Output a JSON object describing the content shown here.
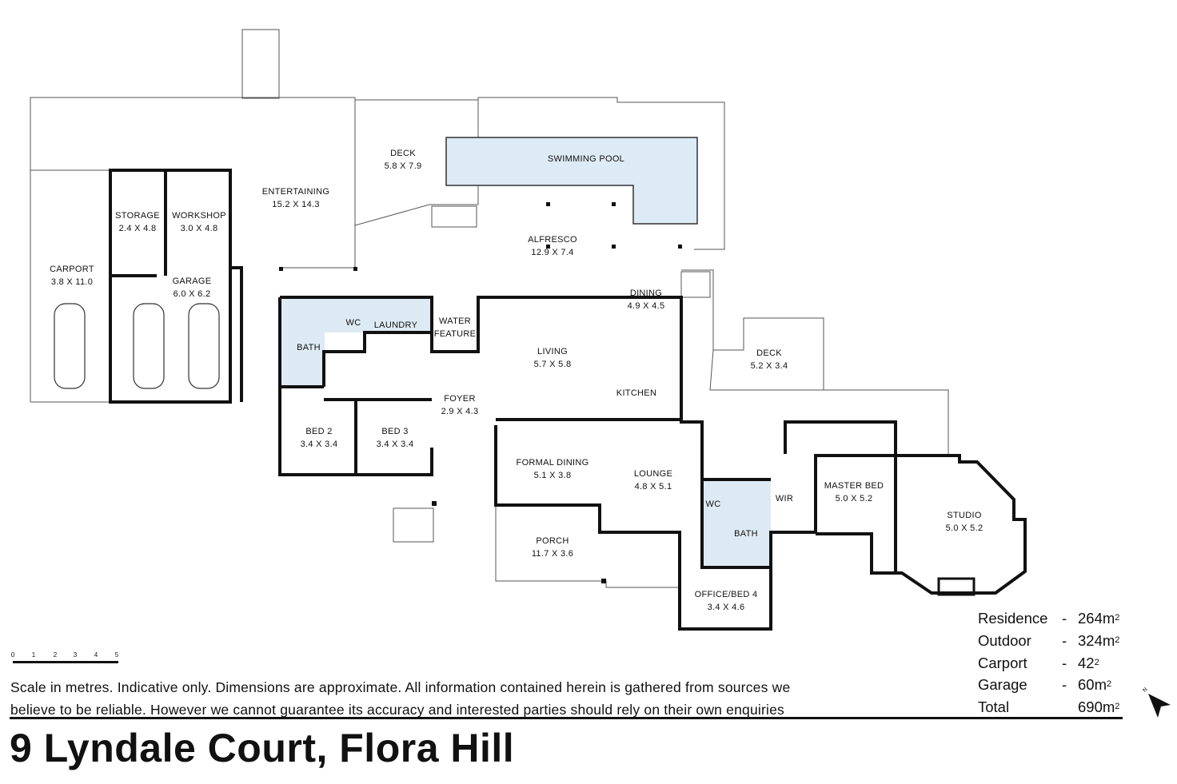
{
  "rooms": [
    {
      "name": "DECK",
      "dims": "5.8 X 7.9"
    },
    {
      "name": "SWIMMING POOL",
      "dims": ""
    },
    {
      "name": "ENTERTAINING",
      "dims": "15.2 X 14.3"
    },
    {
      "name": "STORAGE",
      "dims": "2.4 X 4.8"
    },
    {
      "name": "WORKSHOP",
      "dims": "3.0 X 4.8"
    },
    {
      "name": "CARPORT",
      "dims": "3.8 X 11.0"
    },
    {
      "name": "GARAGE",
      "dims": "6.0 X 6.2"
    },
    {
      "name": "ALFRESCO",
      "dims": "12.9 X 7.4"
    },
    {
      "name": "DINING",
      "dims": "4.9 X 4.5"
    },
    {
      "name": "WC",
      "dims": ""
    },
    {
      "name": "LAUNDRY",
      "dims": ""
    },
    {
      "name": "WATER",
      "dims": "FEATURE"
    },
    {
      "name": "BATH",
      "dims": ""
    },
    {
      "name": "LIVING",
      "dims": "5.7 X 5.8"
    },
    {
      "name": "DECK",
      "dims": "5.2 X 3.4"
    },
    {
      "name": "KITCHEN",
      "dims": ""
    },
    {
      "name": "FOYER",
      "dims": "2.9 X 4.3"
    },
    {
      "name": "BED 2",
      "dims": "3.4 X 3.4"
    },
    {
      "name": "BED 3",
      "dims": "3.4 X 3.4"
    },
    {
      "name": "FORMAL DINING",
      "dims": "5.1 X 3.8"
    },
    {
      "name": "LOUNGE",
      "dims": "4.8 X 5.1"
    },
    {
      "name": "MASTER BED",
      "dims": "5.0 X 5.2"
    },
    {
      "name": "WIR",
      "dims": ""
    },
    {
      "name": "STUDIO",
      "dims": "5.0 X 5.2"
    },
    {
      "name": "WC",
      "dims": ""
    },
    {
      "name": "BATH",
      "dims": ""
    },
    {
      "name": "PORCH",
      "dims": "11.7 X 3.6"
    },
    {
      "name": "OFFICE/BED 4",
      "dims": "3.4 X 4.6"
    }
  ],
  "scale": {
    "ticks": [
      "0",
      "1",
      "2",
      "3",
      "4",
      "5"
    ]
  },
  "disclaimer": {
    "line1": "Scale in metres. Indicative only. Dimensions are approximate. All information contained herein is gathered from sources we",
    "line2": "believe to be reliable. However we cannot guarantee its accuracy and interested parties should rely on their own enquiries"
  },
  "title": "9 Lyndale Court, Flora Hill",
  "areas": [
    {
      "label": "Residence",
      "dash": "-",
      "value": "264m",
      "sup": "2"
    },
    {
      "label": "Outdoor",
      "dash": "-",
      "value": "324m",
      "sup": "2"
    },
    {
      "label": "Carport",
      "dash": "-",
      "value": "42",
      "sup": "2"
    },
    {
      "label": "Garage",
      "dash": "-",
      "value": "60m",
      "sup": "2"
    },
    {
      "label": "Total",
      "dash": "",
      "value": "690m",
      "sup": "2"
    }
  ],
  "north_label": "N",
  "colors": {
    "pool": "#dcebf5",
    "wet": "#ddeaf4",
    "wall": "#111111"
  }
}
